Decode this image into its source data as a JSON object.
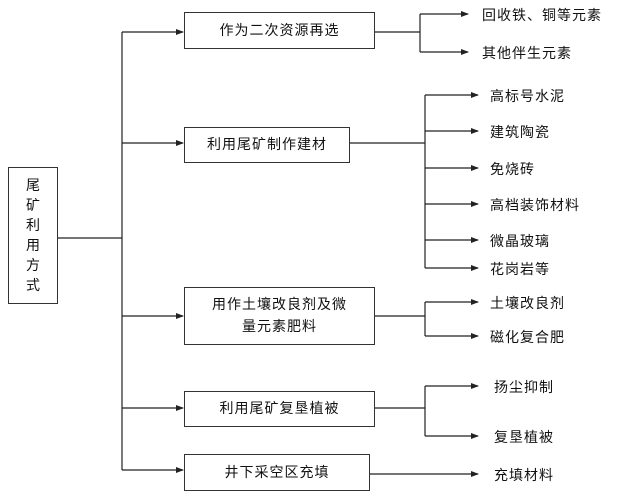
{
  "root": {
    "chars": [
      "尾",
      "矿",
      "利",
      "用",
      "方",
      "式"
    ]
  },
  "categories": [
    {
      "label": "作为二次资源再选",
      "label2": "",
      "items": [
        "回收铁、铜等元素",
        "其他伴生元素"
      ]
    },
    {
      "label": "利用尾矿制作建材",
      "label2": "",
      "items": [
        "高标号水泥",
        "建筑陶瓷",
        "免烧砖",
        "高档装饰材料",
        "微晶玻璃",
        "花岗岩等"
      ]
    },
    {
      "label": "用作土壤改良剂及微",
      "label2": "量元素肥料",
      "items": [
        "土壤改良剂",
        "磁化复合肥"
      ]
    },
    {
      "label": "利用尾矿复垦植被",
      "label2": "",
      "items": [
        "扬尘抑制",
        "复垦植被"
      ]
    },
    {
      "label": "井下采空区充填",
      "label2": "",
      "items": [
        "充填材料"
      ]
    }
  ],
  "colors": {
    "line": "#222222",
    "border": "#333333",
    "text": "#111111"
  }
}
